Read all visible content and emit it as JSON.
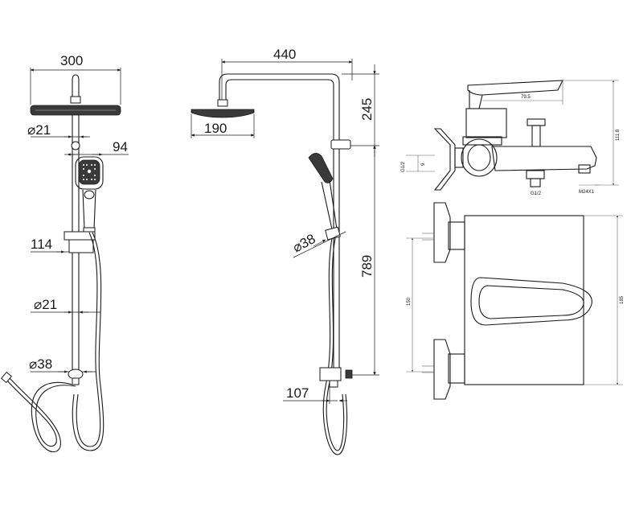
{
  "front_view": {
    "overhead_width": "300",
    "arm_diameter": "⌀21",
    "handshower_width": "94",
    "bracket_offset": "114",
    "rail_diameter": "⌀21",
    "hose_holder_diameter": "⌀38"
  },
  "side_view": {
    "arm_reach": "440",
    "overhead_diameter": "190",
    "head_drop": "245",
    "column_height": "789",
    "handshower_diameter": "⌀38",
    "bottom_offset": "107"
  },
  "mixer_side": {
    "body_depth": "79.5",
    "thread_left": "G1/2",
    "nut_dim": "9",
    "height": "111.8",
    "thread_bottom": "G1/2",
    "outlet_thread": "M24X1"
  },
  "mixer_front": {
    "center_distance": "150",
    "overall_width": "185"
  },
  "colors": {
    "line": "#1a1a1a",
    "dark_fill": "#3a3a3a",
    "background": "#ffffff"
  }
}
